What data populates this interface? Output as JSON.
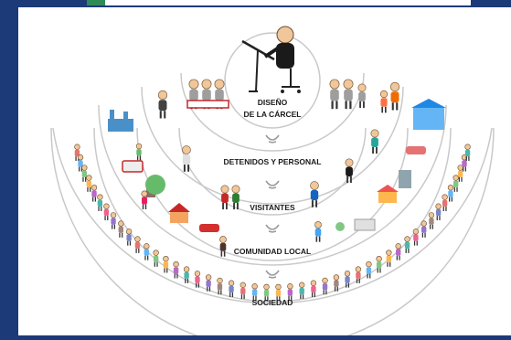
{
  "colors": {
    "frame": "#1d3a78",
    "top_band": "#ffffff",
    "top_accent": "#2e8b57",
    "canvas": "#ffffff",
    "arc": "#c9c9c9",
    "text": "#1a1a1a",
    "head": "#f0c79a"
  },
  "diagram": {
    "levels": [
      {
        "label_lines": [
          "DISEÑO",
          "DE LA CÁRCEL"
        ]
      },
      {
        "label_lines": [
          "DETENIDOS Y PERSONAL"
        ]
      },
      {
        "label_lines": [
          "VISITANTES"
        ]
      },
      {
        "label_lines": [
          "COMUNIDAD LOCAL"
        ]
      },
      {
        "label_lines": [
          "SOCIEDAD"
        ]
      }
    ],
    "icons": {
      "center": "designer-at-drafting-table-icon",
      "detainees": "detainee-group-icon",
      "staff": "staff-member-icon",
      "visitors": "visitor-family-icon",
      "community": [
        "factory-icon",
        "house-icon",
        "car-icon",
        "tree-icon",
        "truck-icon",
        "ambulance-icon",
        "apartment-building-icon",
        "school-building-icon"
      ],
      "society": "person-crowd-icon"
    }
  }
}
